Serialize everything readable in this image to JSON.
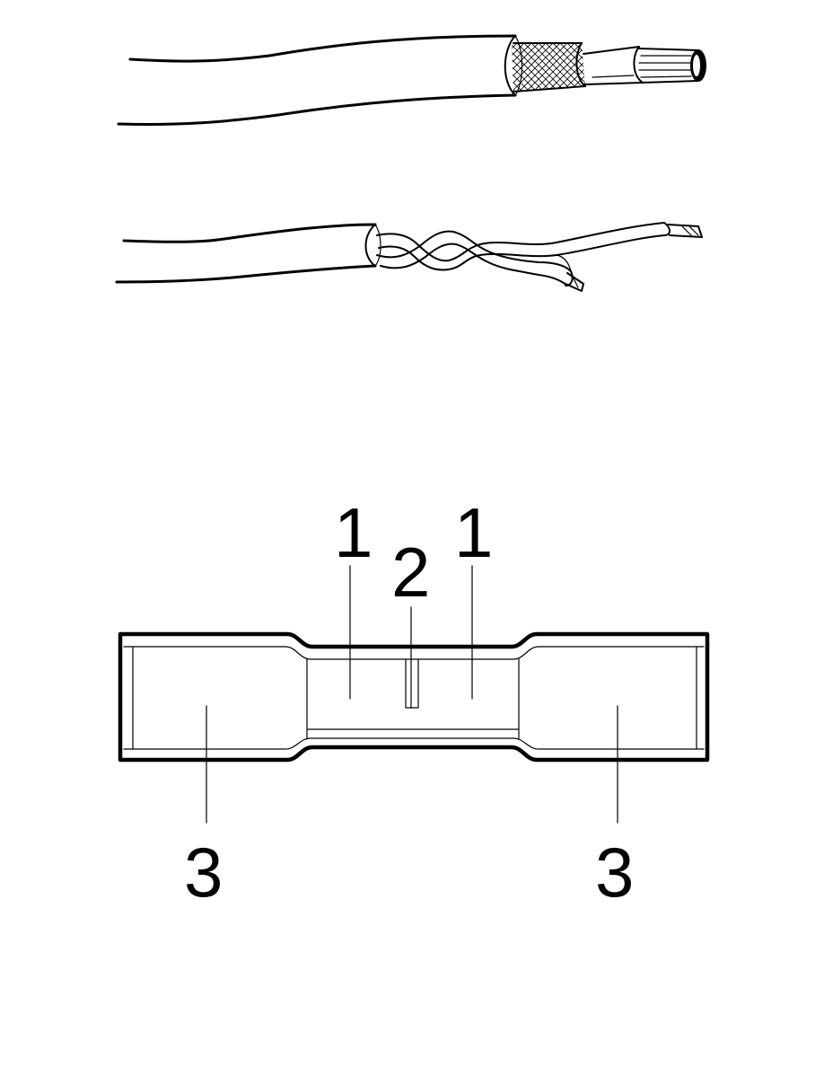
{
  "figures": [
    {
      "id": "shielded-cable"
    },
    {
      "id": "twisted-pair-cable"
    },
    {
      "id": "butt-splice-connector"
    }
  ],
  "callouts": {
    "c1a": "1",
    "c2": "2",
    "c1b": "1",
    "c3a": "3",
    "c3b": "3"
  }
}
